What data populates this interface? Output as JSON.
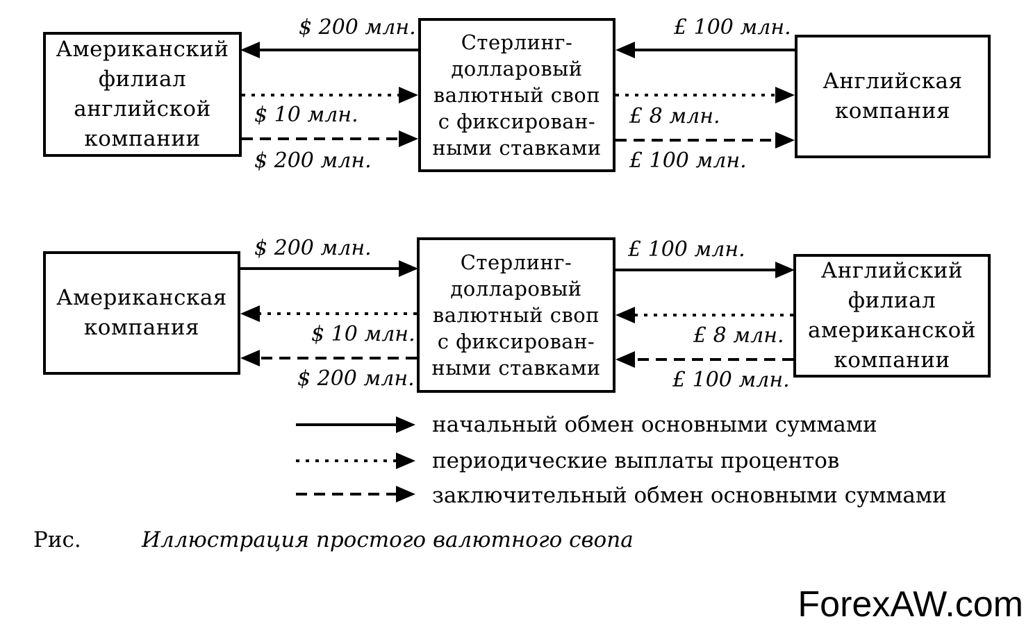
{
  "top": {
    "left_box": "Американский\nфилиал\nанглийской\nкомпании",
    "middle_box": "Стерлинг-\nдолларовый\nвалютный своп\nс фиксирован-\nными ставками",
    "right_box": "Английская\nкомпания",
    "amounts": {
      "left_initial": "$ 200 млн.",
      "left_interest": "$ 10 млн.",
      "left_final": "$ 200 млн.",
      "right_initial": "£ 100 млн.",
      "right_interest": "£ 8 млн.",
      "right_final": "£ 100 млн."
    }
  },
  "bottom": {
    "left_box": "Американская\nкомпания",
    "middle_box": "Стерлинг-\nдолларовый\nвалютный своп\nс фиксирован-\nными ставками",
    "right_box": "Английский\nфилиал\nамериканской\nкомпании",
    "amounts": {
      "left_initial": "$ 200 млн.",
      "left_interest": "$ 10 млн.",
      "left_final": "$ 200 млн.",
      "right_initial": "£ 100 млн.",
      "right_interest": "£ 8 млн.",
      "right_final": "£ 100 млн."
    }
  },
  "legend": {
    "solid": "начальный обмен основными суммами",
    "dotted": "периодические выплаты процентов",
    "dashed": "заключительный обмен основными суммами"
  },
  "caption": {
    "prefix": "Рис.",
    "title": "Иллюстрация простого валютного свопа"
  },
  "watermark": "ForexAW.com"
}
